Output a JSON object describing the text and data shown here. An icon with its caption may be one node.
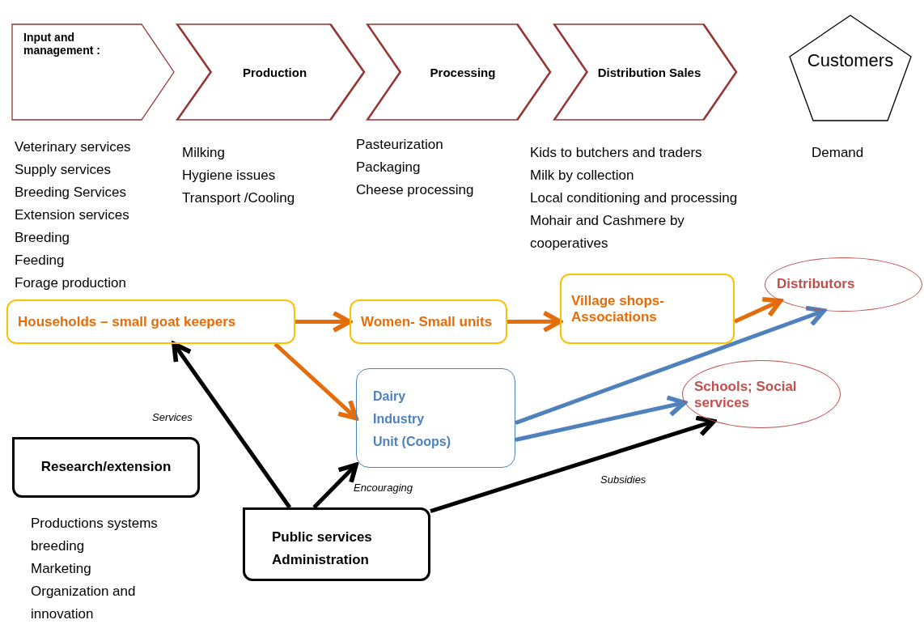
{
  "diagram": {
    "nodes": [
      {
        "text": [
          "Input and management :"
        ],
        "beside": [
          "Veterinary services",
          "Supply services",
          "Breeding Services",
          "Extension services",
          "Breeding",
          "Feeding",
          "Forage production"
        ]
      },
      {
        "text": [
          "Production"
        ],
        "beside": [
          "Milking",
          "Hygiene issues",
          "Transport /Cooling"
        ]
      },
      {
        "text": [
          "Processing"
        ],
        "beside": [
          "Pasteurization",
          "Packaging",
          "Cheese processing"
        ]
      },
      {
        "text": [
          "Distribution Sales"
        ],
        "beside": [
          "Kids to butchers and traders",
          "Milk by collection",
          "Local conditioning and processing",
          "Mohair and Cashmere by cooperatives"
        ]
      },
      {
        "text": [
          "Customers"
        ],
        "beside": [
          "Demand"
        ]
      },
      {
        "text": [
          "Households – small goat keepers"
        ]
      },
      {
        "text": [
          "Women- Small units"
        ]
      },
      {
        "text": [
          "Village shops- Associations"
        ]
      },
      {
        "text": [
          "Distributors"
        ]
      },
      {
        "text": [
          "Dairy Industry Unit (Coops)"
        ]
      },
      {
        "text": [
          "Schools; Social services"
        ]
      },
      {
        "text": [
          "Research/extension"
        ],
        "beside": [
          "Productions systems breeding",
          "Marketing",
          "Organization and innovation"
        ]
      },
      {
        "text": [
          "Public services Administration"
        ]
      }
    ],
    "edges": [
      {
        "from": 5,
        "to": 6,
        "arrow": "to"
      },
      {
        "from": 6,
        "to": 7,
        "arrow": "to"
      },
      {
        "from": 7,
        "to": 8,
        "arrow": "to"
      },
      {
        "from": 5,
        "to": 9,
        "arrow": "to"
      },
      {
        "from": 9,
        "to": 8,
        "arrow": "to",
        "color": "#4f81bd"
      },
      {
        "from": 9,
        "to": 10,
        "arrow": "to",
        "color": "#4f81bd"
      },
      {
        "from": 12,
        "to": 5,
        "arrow": "to",
        "label": "Services",
        "color": "#000000"
      },
      {
        "from": 12,
        "to": 9,
        "arrow": "to",
        "label": "Encouraging",
        "color": "#000000"
      },
      {
        "from": 12,
        "to": 10,
        "arrow": "to",
        "label": "Subsidies",
        "color": "#000000"
      }
    ]
  }
}
